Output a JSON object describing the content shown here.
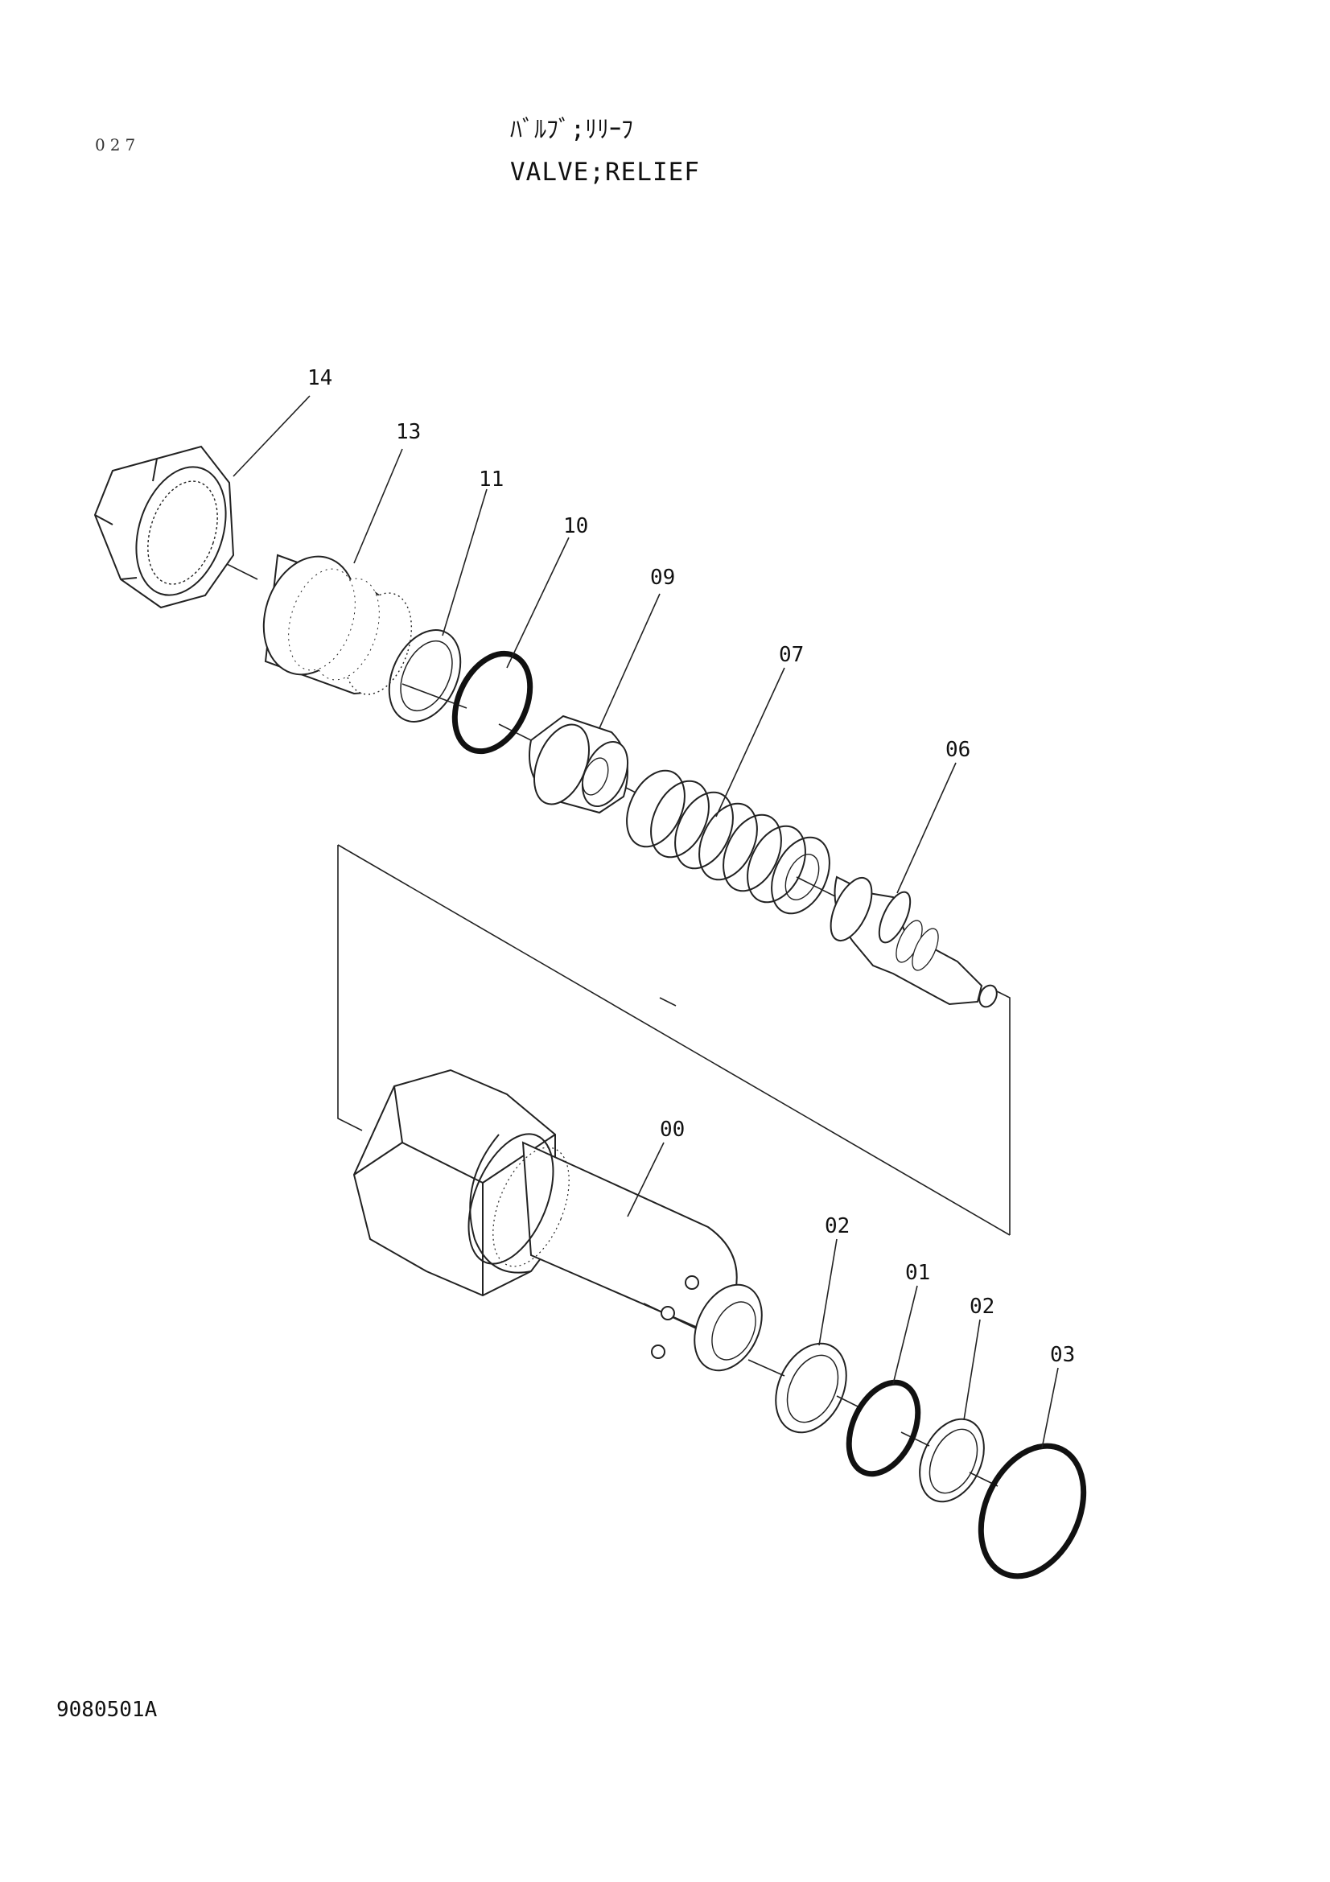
{
  "page_number": "027",
  "title_jp": "ﾊﾞﾙﾌﾞ;ﾘﾘｰﾌ",
  "title_en": "VALVE;RELIEF",
  "drawing_code": "9080501A",
  "parts": [
    {
      "id": "14"
    },
    {
      "id": "13"
    },
    {
      "id": "11"
    },
    {
      "id": "10"
    },
    {
      "id": "09"
    },
    {
      "id": "07"
    },
    {
      "id": "06"
    },
    {
      "id": "00"
    },
    {
      "id": "02"
    },
    {
      "id": "01"
    },
    {
      "id": "02b",
      "label": "02"
    },
    {
      "id": "03"
    }
  ],
  "callouts": {
    "c14": "14",
    "c13": "13",
    "c11": "11",
    "c10": "10",
    "c09": "09",
    "c07": "07",
    "c06": "06",
    "c00": "00",
    "c02a": "02",
    "c01": "01",
    "c02b": "02",
    "c03": "03"
  }
}
